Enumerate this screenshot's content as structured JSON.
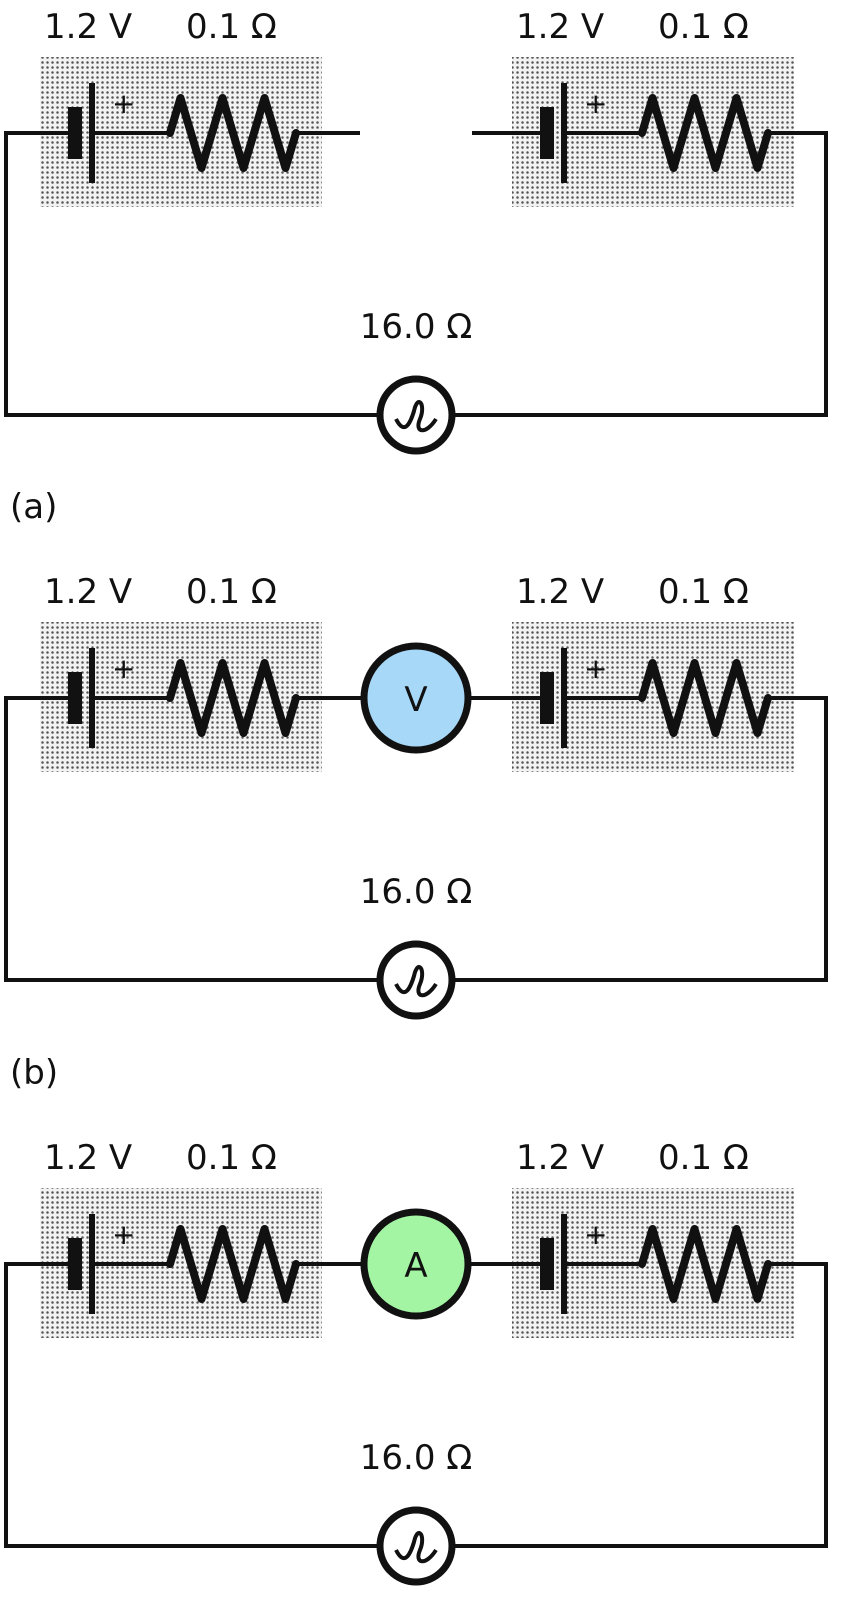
{
  "figure": {
    "panels": [
      {
        "caption": "",
        "meter": null,
        "cells": [
          {
            "emf": "1.2 V",
            "internal_resistance": "0.1 Ω",
            "plus": "+"
          },
          {
            "emf": "1.2 V",
            "internal_resistance": "0.1 Ω",
            "plus": "+"
          }
        ],
        "bulb": {
          "resistance": "16.0 Ω"
        }
      },
      {
        "caption": "(a)",
        "meter": {
          "symbol": "V",
          "fill": "#a8d8f8"
        },
        "cells": [
          {
            "emf": "1.2 V",
            "internal_resistance": "0.1 Ω",
            "plus": "+"
          },
          {
            "emf": "1.2 V",
            "internal_resistance": "0.1 Ω",
            "plus": "+"
          }
        ],
        "bulb": {
          "resistance": "16.0 Ω"
        }
      },
      {
        "caption": "(b)",
        "meter": {
          "symbol": "A",
          "fill": "#a3f5a3"
        },
        "cells": [
          {
            "emf": "1.2 V",
            "internal_resistance": "0.1 Ω",
            "plus": "+"
          },
          {
            "emf": "1.2 V",
            "internal_resistance": "0.1 Ω",
            "plus": "+"
          }
        ],
        "bulb": {
          "resistance": "16.0 Ω"
        }
      }
    ]
  }
}
